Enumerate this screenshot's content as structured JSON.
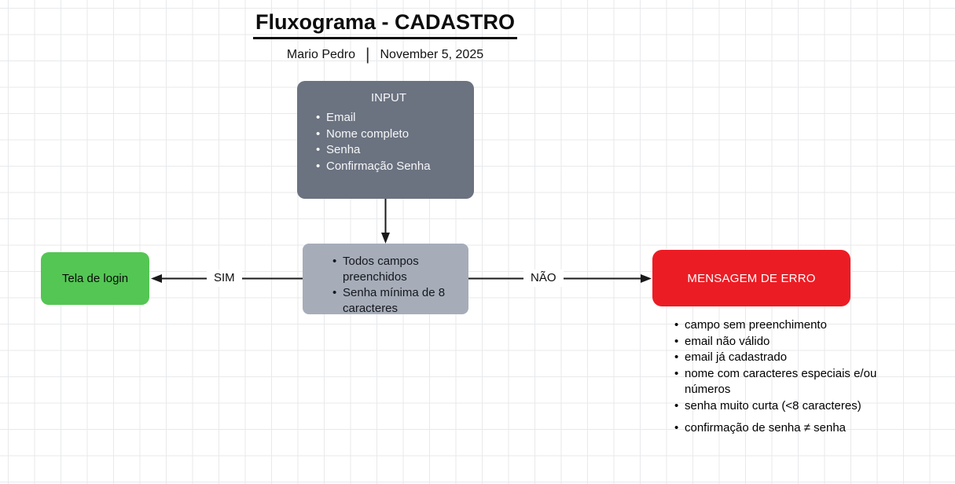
{
  "header": {
    "title": "Fluxograma - CADASTRO",
    "author": "Mario Pedro",
    "separator": "|",
    "date": "November 5, 2025"
  },
  "nodes": {
    "input": {
      "title": "INPUT",
      "items": [
        "Email",
        "Nome completo",
        "Senha",
        "Confirmação Senha"
      ],
      "bg_color": "#6b7280",
      "text_color": "#ffffff"
    },
    "decision": {
      "items": [
        "Todos campos preenchidos",
        "Senha mínima de 8 caracteres"
      ],
      "bg_color": "#a6adb9",
      "text_color": "#15171c"
    },
    "login_screen": {
      "label": "Tela de login",
      "bg_color": "#54c654",
      "text_color": "#000000"
    },
    "error_message": {
      "label": "MENSAGEM DE ERRO",
      "bg_color": "#ec1c24",
      "text_color": "#ffffff"
    }
  },
  "edges": {
    "yes_label": "SIM",
    "no_label": "NÃO"
  },
  "error_reasons": [
    "campo sem preenchimento",
    "email não válido",
    "email já cadastrado",
    "nome com caracteres especiais e/ou números",
    "senha muito curta (<8 caracteres)",
    "confirmação de senha ≠ senha"
  ]
}
